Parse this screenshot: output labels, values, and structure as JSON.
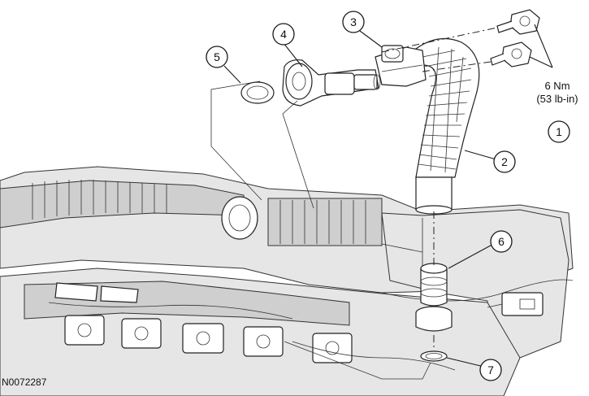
{
  "figure": {
    "reference_code": "N0072287",
    "torque_spec": {
      "line1": "6 Nm",
      "line2": "(53 lb-in)"
    },
    "callouts": [
      {
        "id": "callout-1",
        "label": "1"
      },
      {
        "id": "callout-2",
        "label": "2"
      },
      {
        "id": "callout-3",
        "label": "3"
      },
      {
        "id": "callout-4",
        "label": "4"
      },
      {
        "id": "callout-5",
        "label": "5"
      },
      {
        "id": "callout-6",
        "label": "6"
      },
      {
        "id": "callout-7",
        "label": "7"
      }
    ]
  }
}
